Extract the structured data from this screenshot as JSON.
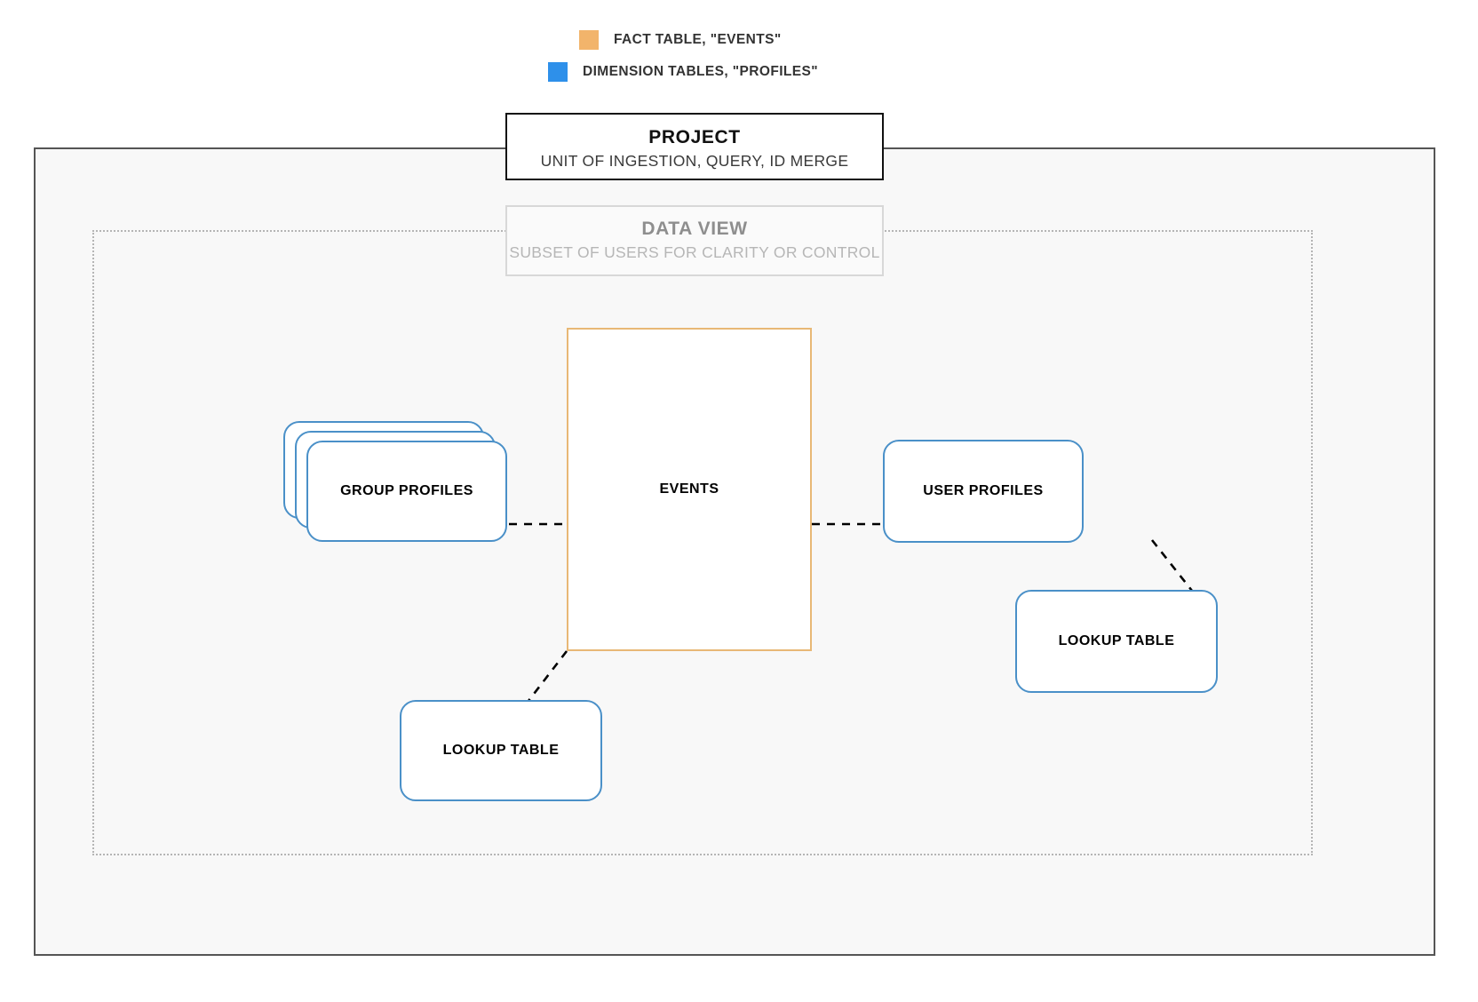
{
  "legend": {
    "items": [
      {
        "label": "FACT TABLE, \"EVENTS\"",
        "color": "#f2b46b",
        "icon": "orange-square-swatch"
      },
      {
        "label": "DIMENSION TABLES, \"PROFILES\"",
        "color": "#2e90ea",
        "icon": "blue-square-swatch"
      }
    ]
  },
  "project": {
    "title": "PROJECT",
    "subtitle": "UNIT OF INGESTION, QUERY, ID MERGE",
    "border_color": "#111111",
    "fill_color": "#f8f8f8"
  },
  "data_view": {
    "title": "DATA VIEW",
    "subtitle": "SUBSET OF USERS FOR CLARITY OR CONTROL",
    "border_color": "#d8d8d8",
    "text_color": "#b6b6b6"
  },
  "nodes": {
    "events": {
      "label": "EVENTS",
      "type": "fact-table",
      "border_color": "#e8b876"
    },
    "group_profiles": {
      "label": "GROUP PROFILES",
      "type": "dimension-table-stack",
      "border_color": "#4a90c8",
      "stack_count": 3
    },
    "user_profiles": {
      "label": "USER PROFILES",
      "type": "dimension-table",
      "border_color": "#4a90c8"
    },
    "lookup_left": {
      "label": "LOOKUP TABLE",
      "type": "dimension-table",
      "border_color": "#4a90c8"
    },
    "lookup_right": {
      "label": "LOOKUP TABLE",
      "type": "dimension-table",
      "border_color": "#4a90c8"
    }
  },
  "connectors": [
    {
      "from": "group_profiles",
      "to": "events",
      "style": "dashed",
      "color": "#000000"
    },
    {
      "from": "events",
      "to": "user_profiles",
      "style": "dashed",
      "color": "#000000"
    },
    {
      "from": "user_profiles",
      "to": "lookup_right",
      "style": "dashed",
      "color": "#000000"
    },
    {
      "from": "events",
      "to": "lookup_left",
      "style": "dashed",
      "color": "#000000"
    }
  ]
}
